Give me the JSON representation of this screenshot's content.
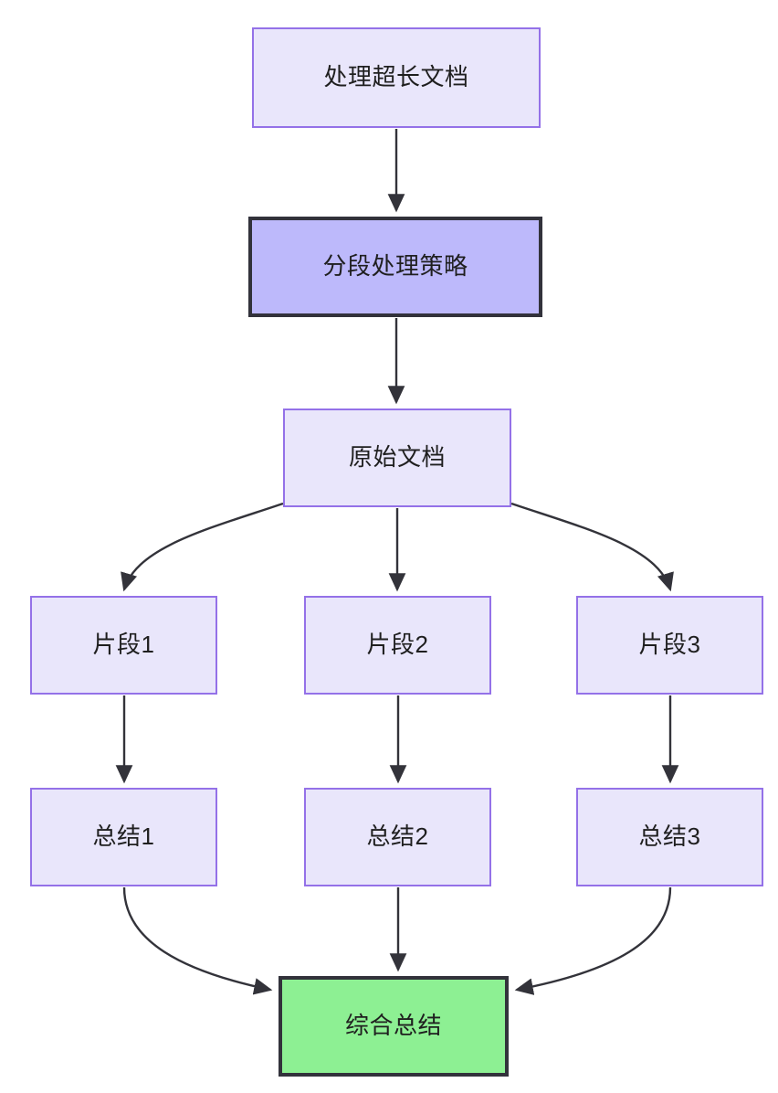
{
  "diagram": {
    "type": "flowchart",
    "direction": "top-down",
    "background": "#ffffff",
    "nodes": [
      {
        "id": "process-long-doc",
        "label": "处理超长文档",
        "style": "normal",
        "fill": "#e9e6fb",
        "stroke": "#9471e8"
      },
      {
        "id": "chunk-strategy",
        "label": "分段处理策略",
        "style": "highlight",
        "fill": "#bdb9fb",
        "stroke": "#32323b"
      },
      {
        "id": "original-doc",
        "label": "原始文档",
        "style": "normal",
        "fill": "#e9e6fb",
        "stroke": "#9471e8"
      },
      {
        "id": "fragment-1",
        "label": "片段1",
        "style": "normal",
        "fill": "#e9e6fb",
        "stroke": "#9471e8"
      },
      {
        "id": "fragment-2",
        "label": "片段2",
        "style": "normal",
        "fill": "#e9e6fb",
        "stroke": "#9471e8"
      },
      {
        "id": "fragment-3",
        "label": "片段3",
        "style": "normal",
        "fill": "#e9e6fb",
        "stroke": "#9471e8"
      },
      {
        "id": "summary-1",
        "label": "总结1",
        "style": "normal",
        "fill": "#e9e6fb",
        "stroke": "#9471e8"
      },
      {
        "id": "summary-2",
        "label": "总结2",
        "style": "normal",
        "fill": "#e9e6fb",
        "stroke": "#9471e8"
      },
      {
        "id": "summary-3",
        "label": "总结3",
        "style": "normal",
        "fill": "#e9e6fb",
        "stroke": "#9471e8"
      },
      {
        "id": "final-summary",
        "label": "综合总结",
        "style": "result",
        "fill": "#8df093",
        "stroke": "#32323b"
      }
    ],
    "edges": [
      {
        "from": "process-long-doc",
        "to": "chunk-strategy",
        "shape": "straight"
      },
      {
        "from": "chunk-strategy",
        "to": "original-doc",
        "shape": "straight"
      },
      {
        "from": "original-doc",
        "to": "fragment-1",
        "shape": "curved"
      },
      {
        "from": "original-doc",
        "to": "fragment-2",
        "shape": "straight"
      },
      {
        "from": "original-doc",
        "to": "fragment-3",
        "shape": "curved"
      },
      {
        "from": "fragment-1",
        "to": "summary-1",
        "shape": "straight"
      },
      {
        "from": "fragment-2",
        "to": "summary-2",
        "shape": "straight"
      },
      {
        "from": "fragment-3",
        "to": "summary-3",
        "shape": "straight"
      },
      {
        "from": "summary-1",
        "to": "final-summary",
        "shape": "curved"
      },
      {
        "from": "summary-2",
        "to": "final-summary",
        "shape": "straight"
      },
      {
        "from": "summary-3",
        "to": "final-summary",
        "shape": "curved"
      }
    ],
    "edge_color": "#33333a"
  }
}
